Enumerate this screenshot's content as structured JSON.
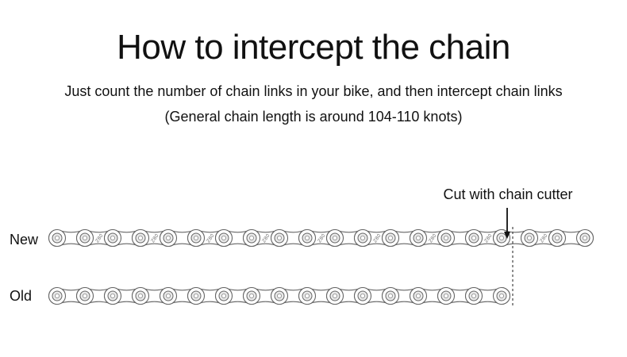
{
  "header": {
    "title": "How to intercept the chain",
    "subtitle_line1": "Just count the number of chain links in your bike, and then intercept chain links",
    "subtitle_line2": "(General chain length is around 104-110 knots)"
  },
  "diagram": {
    "cut_label": "Cut with chain cutter",
    "rows": [
      {
        "label": "New",
        "pins": 20,
        "printed_plate_text": "Z80"
      },
      {
        "label": "Old",
        "pins": 17
      }
    ],
    "cut_after_pin": 17,
    "colors": {
      "outline": "#666666",
      "plate_fill": "#ffffff",
      "roller_fill": "#e9e9e9",
      "text": "#111111"
    }
  }
}
